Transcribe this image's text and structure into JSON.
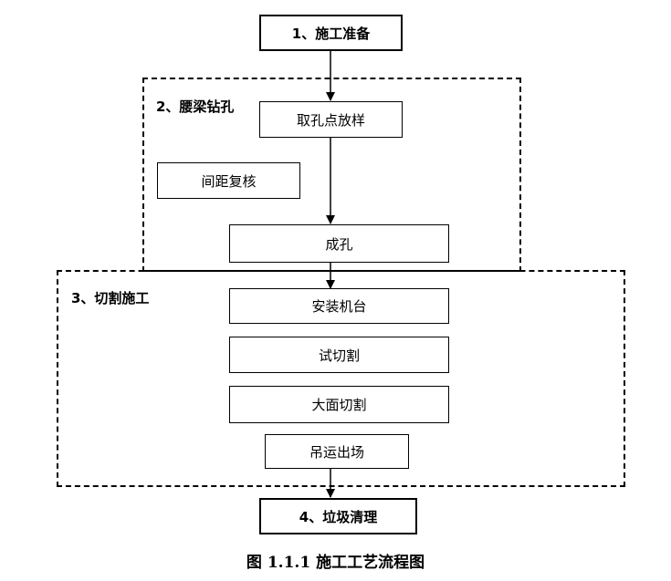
{
  "steps": {
    "prep": "1、施工准备",
    "group2_label": "2、腰梁钻孔",
    "locate": "取孔点放样",
    "recheck": "间距复核",
    "drill": "成孔",
    "group3_label": "3、切割施工",
    "install": "安装机台",
    "trial_cut": "试切割",
    "full_cut": "大面切割",
    "hoist": "吊运出场",
    "cleanup": "4、垃圾清理"
  },
  "caption": "图 1.1.1    施工工艺流程图"
}
